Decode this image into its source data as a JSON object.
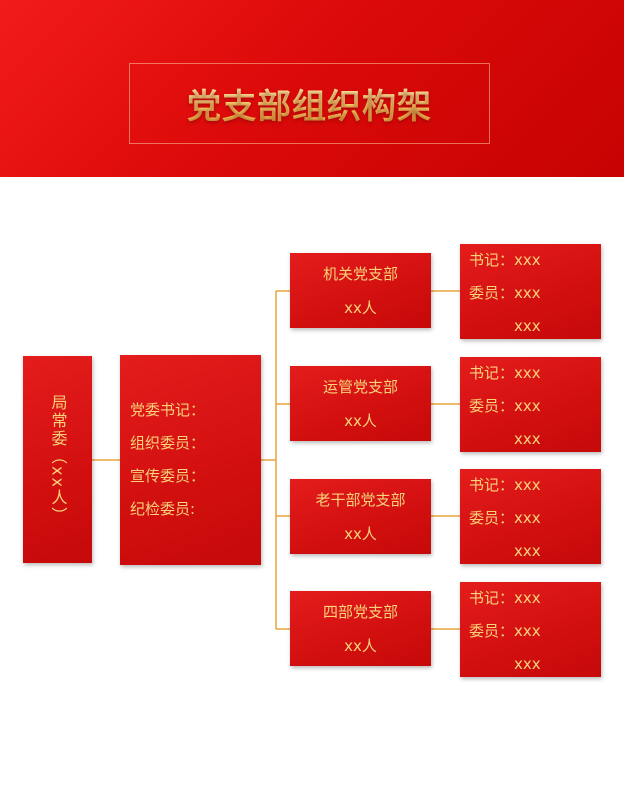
{
  "title": "党支部组织构架",
  "root": {
    "label": "局常委（xx人）"
  },
  "committee": {
    "members": [
      "党委书记：",
      "组织委员：",
      "宣传委员：",
      "纪检委员:"
    ]
  },
  "branches": [
    {
      "name": "机关党支部",
      "count": "xx人",
      "secretary": "书记：xxx",
      "member1": "委员：xxx",
      "member2": "xxx"
    },
    {
      "name": "运管党支部",
      "count": "xx人",
      "secretary": "书记：xxx",
      "member1": "委员：xxx",
      "member2": "xxx"
    },
    {
      "name": "老干部党支部",
      "count": "xx人",
      "secretary": "书记：xxx",
      "member1": "委员：xxx",
      "member2": "xxx"
    },
    {
      "name": "四部党支部",
      "count": "xx人",
      "secretary": "书记：xxx",
      "member1": "委员：xxx",
      "member2": "xxx"
    }
  ],
  "colors": {
    "header_red": "#dc0a0a",
    "box_red": "#d20f0f",
    "text_gold": "#f7d27a",
    "connector_orange": "#e8a33c"
  }
}
